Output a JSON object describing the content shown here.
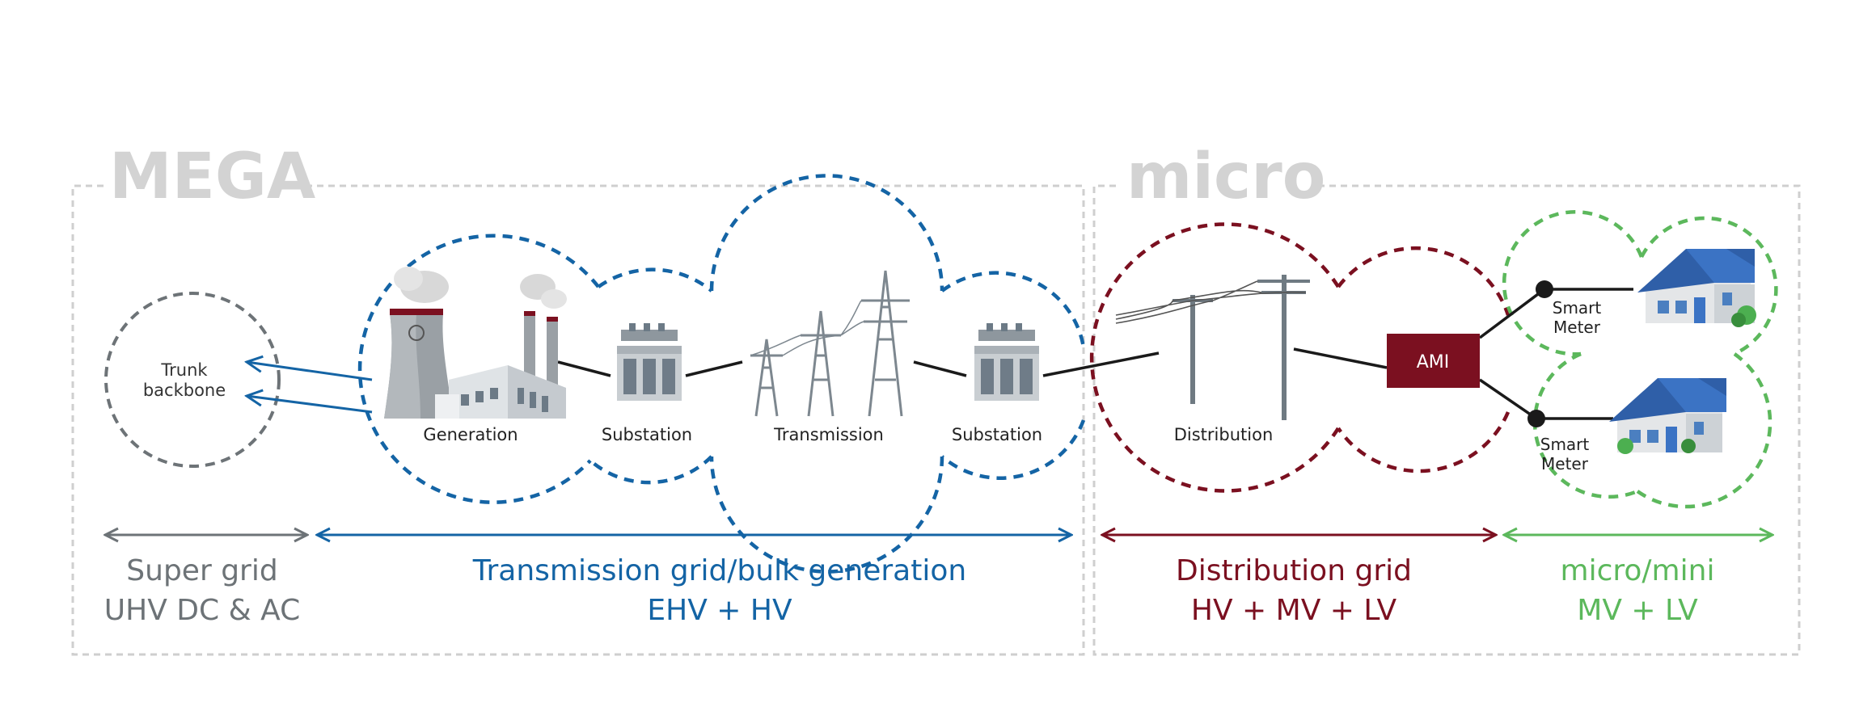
{
  "sections": {
    "mega": "MEGA",
    "micro": "micro"
  },
  "nodes": {
    "trunk_line1": "Trunk",
    "trunk_line2": "backbone",
    "generation": "Generation",
    "substation_1": "Substation",
    "transmission": "Transmission",
    "substation_2": "Substation",
    "distribution": "Distribution",
    "ami": "AMI",
    "smart_meter_top_1": "Smart",
    "smart_meter_top_2": "Meter",
    "smart_meter_bottom_1": "Smart",
    "smart_meter_bottom_2": "Meter"
  },
  "ranges": {
    "super_grid_1": "Super grid",
    "super_grid_2": "UHV DC & AC",
    "transmission_1": "Transmission grid/bulk generation",
    "transmission_2": "EHV + HV",
    "distribution_1": "Distribution grid",
    "distribution_2": "HV + MV + LV",
    "micro_1": "micro/mini",
    "micro_2": "MV + LV"
  },
  "colors": {
    "gray": "#6d7377",
    "blue": "#1464a5",
    "maroon": "#7b1020",
    "green": "#5cb85c",
    "light_gray": "#d3d3d3"
  }
}
